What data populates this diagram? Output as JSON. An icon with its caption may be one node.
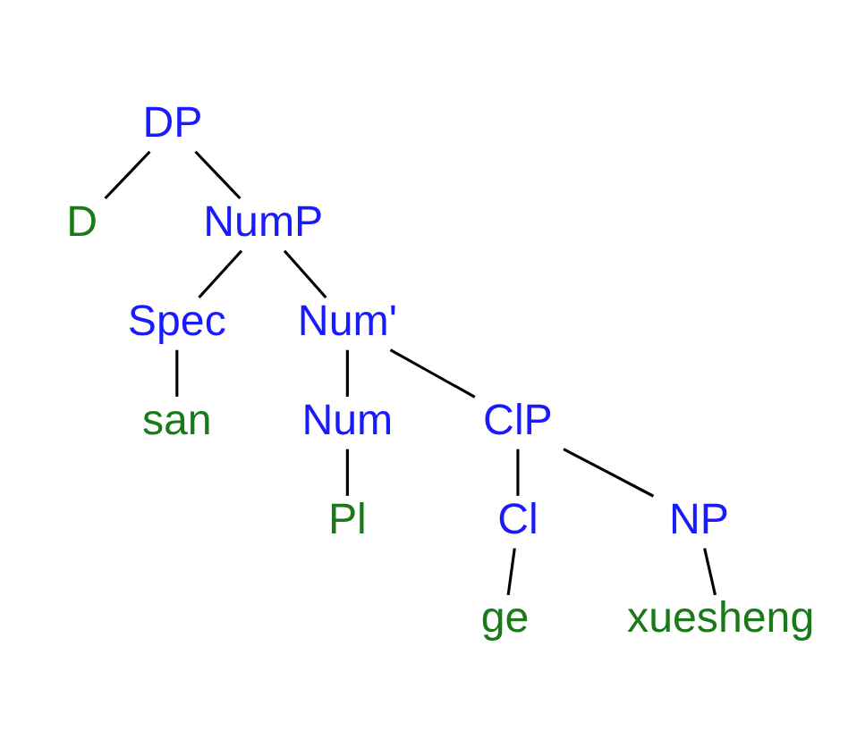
{
  "diagram": {
    "nodes": [
      {
        "text": [
          "DP"
        ]
      },
      {
        "text": [
          "D"
        ]
      },
      {
        "text": [
          "NumP"
        ]
      },
      {
        "text": [
          "Spec"
        ]
      },
      {
        "text": [
          "Num'"
        ]
      },
      {
        "text": [
          "san"
        ]
      },
      {
        "text": [
          "Num"
        ]
      },
      {
        "text": [
          "ClP"
        ]
      },
      {
        "text": [
          "Pl"
        ]
      },
      {
        "text": [
          "Cl"
        ]
      },
      {
        "text": [
          "NP"
        ]
      },
      {
        "text": [
          "ge"
        ]
      },
      {
        "text": [
          "xuesheng"
        ]
      }
    ],
    "edges": [
      {
        "from": 0,
        "to": 1,
        "arrow": "none"
      },
      {
        "from": 0,
        "to": 2,
        "arrow": "none"
      },
      {
        "from": 2,
        "to": 3,
        "arrow": "none"
      },
      {
        "from": 2,
        "to": 4,
        "arrow": "none"
      },
      {
        "from": 3,
        "to": 5,
        "arrow": "none"
      },
      {
        "from": 4,
        "to": 6,
        "arrow": "none"
      },
      {
        "from": 4,
        "to": 7,
        "arrow": "none"
      },
      {
        "from": 6,
        "to": 8,
        "arrow": "none"
      },
      {
        "from": 7,
        "to": 9,
        "arrow": "none"
      },
      {
        "from": 7,
        "to": 10,
        "arrow": "none"
      },
      {
        "from": 9,
        "to": 11,
        "arrow": "none"
      },
      {
        "from": 10,
        "to": 12,
        "arrow": "none"
      }
    ]
  }
}
